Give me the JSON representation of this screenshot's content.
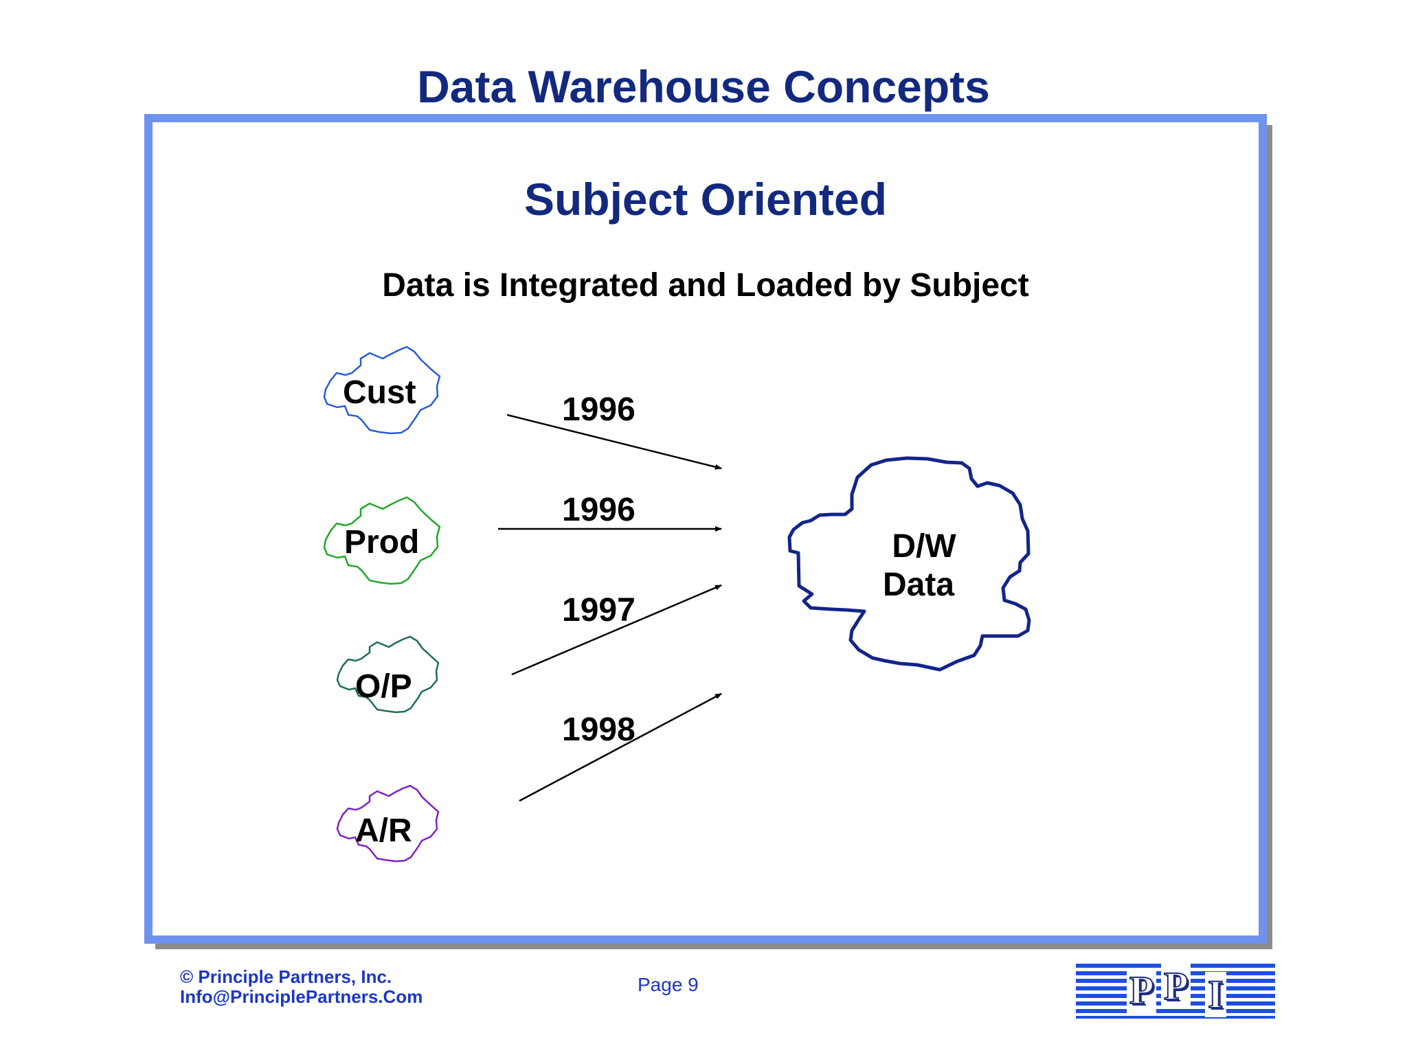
{
  "header": {
    "title": "Data Warehouse Concepts"
  },
  "slide": {
    "subtitle": "Subject Oriented",
    "caption": "Data is Integrated and Loaded by Subject"
  },
  "diagram": {
    "sources": [
      {
        "label": "Cust",
        "color": "#2a5bd7"
      },
      {
        "label": "Prod",
        "color": "#21a82a"
      },
      {
        "label": "O/P",
        "color": "#1d6b5c"
      },
      {
        "label": "A/R",
        "color": "#7f20c8"
      }
    ],
    "flows": [
      {
        "year": "1996"
      },
      {
        "year": "1996"
      },
      {
        "year": "1997"
      },
      {
        "year": "1998"
      }
    ],
    "target": {
      "line1": "D/W",
      "line2": "Data",
      "color": "#13258a"
    }
  },
  "footer": {
    "copyright": "© Principle Partners, Inc.",
    "email": "Info@PrinciplePartners.Com",
    "page": "Page 9"
  },
  "logo": {
    "letters": [
      "P",
      "P",
      "I"
    ]
  },
  "colors": {
    "title": "#12297e",
    "frame": "#6e93ee",
    "frame_shadow": "#8c8c8c",
    "footer_text": "#1c36c8"
  }
}
